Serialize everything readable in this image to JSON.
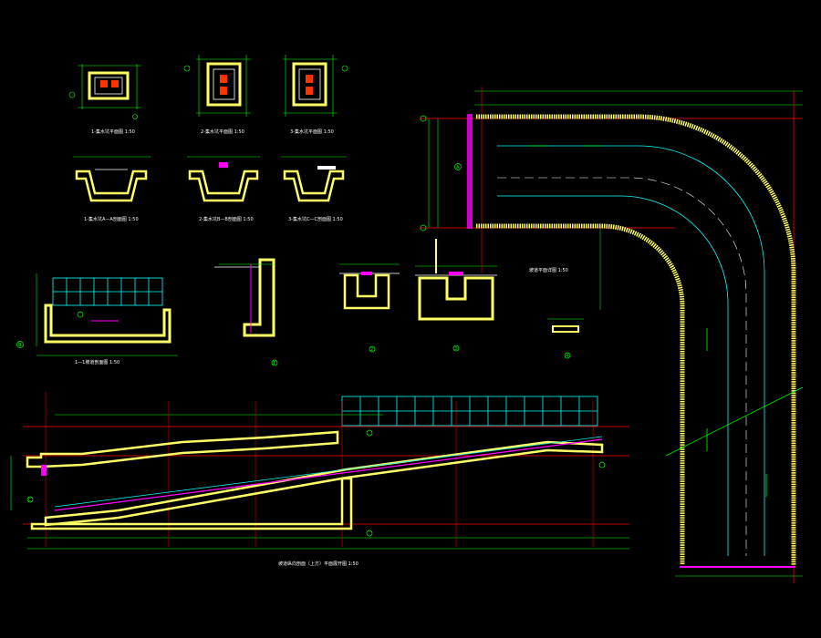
{
  "colors": {
    "background": "#000000",
    "dimension": "#00ff00",
    "axis": "#ff0000",
    "hatch": "#ffff66",
    "outline": "#ffffff",
    "rail": "#00ffff",
    "guide": "#ff00ff",
    "label": "#ffffff"
  },
  "titles": {
    "drain1_plan": "1-集水坑平面图 1:50",
    "drain2_plan": "2-集水坑平面图 1:50",
    "drain3_plan": "3-集水坑平面图 1:50",
    "drain1_section": "1-集水坑A—A剖面图 1:50",
    "drain2_section": "2-集水坑B—B剖面图 1:50",
    "drain3_section": "3-集水坑C—C剖面图 1:50",
    "section_11": "1—1坡道剖面图 1:50",
    "ramp_plan": "坡道平面详图 1:50",
    "ramp_elevation": "坡道纵向剖面（上方）平面展开图 1:50"
  },
  "detail_marks": {
    "d1": "1",
    "d2": "2",
    "d3": "3",
    "d4": "4"
  },
  "axis_marks": {
    "a": "A",
    "b": "B",
    "c": "C"
  }
}
